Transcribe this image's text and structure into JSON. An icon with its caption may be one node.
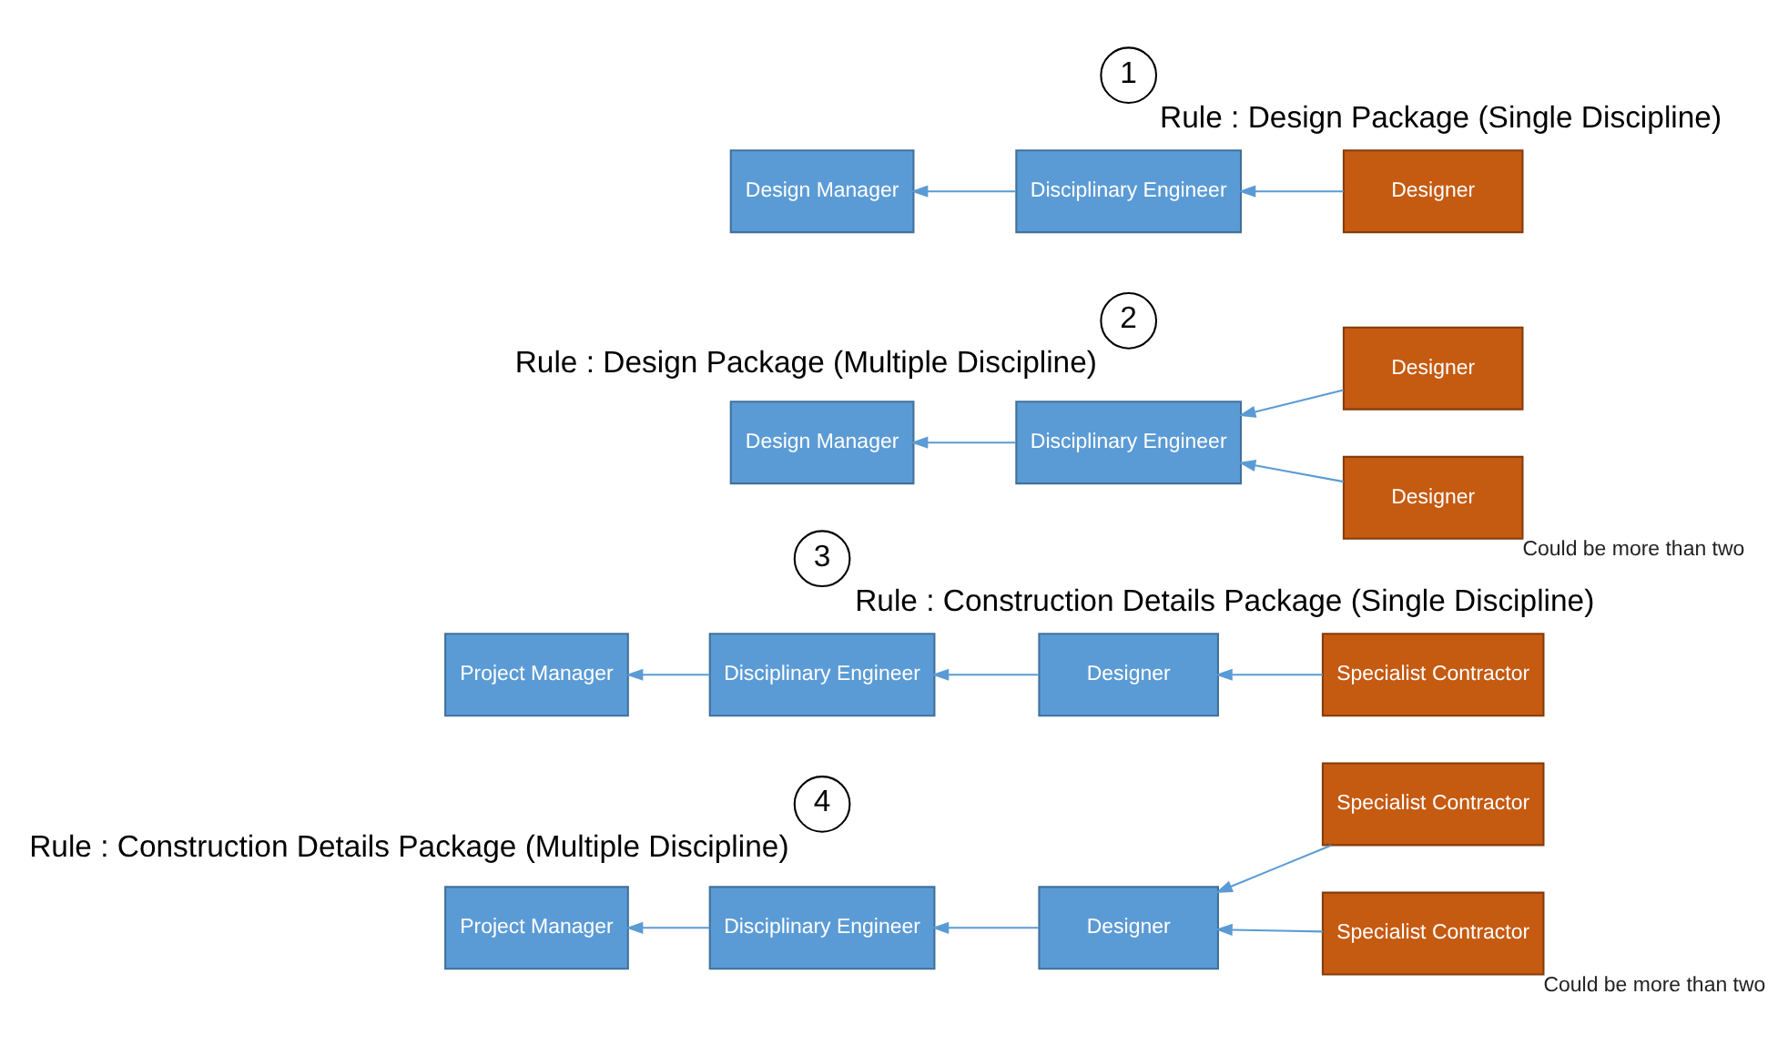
{
  "diagram": {
    "nodes": [
      {
        "text": [
          "1"
        ],
        "beside": [
          "Rule : Design Package (Single Discipline)"
        ]
      },
      {
        "text": [
          "Design Manager"
        ]
      },
      {
        "text": [
          "Disciplinary Engineer"
        ]
      },
      {
        "text": [
          "Designer"
        ]
      },
      {
        "text": [
          "2"
        ],
        "beside": [
          "Rule : Design Package (Multiple Discipline)"
        ]
      },
      {
        "text": [
          "Design Manager"
        ]
      },
      {
        "text": [
          "Disciplinary Engineer"
        ]
      },
      {
        "text": [
          "Designer"
        ]
      },
      {
        "text": [
          "Designer"
        ],
        "beside": [
          "Could be more than two"
        ]
      },
      {
        "text": [
          "3"
        ],
        "beside": [
          "Rule : Construction Details Package (Single Discipline)"
        ]
      },
      {
        "text": [
          "Project Manager"
        ]
      },
      {
        "text": [
          "Disciplinary Engineer"
        ]
      },
      {
        "text": [
          "Designer"
        ]
      },
      {
        "text": [
          "Specialist Contractor"
        ]
      },
      {
        "text": [
          "4"
        ],
        "beside": [
          "Rule : Construction Details Package (Multiple Discipline)"
        ]
      },
      {
        "text": [
          "Project Manager"
        ]
      },
      {
        "text": [
          "Disciplinary Engineer"
        ]
      },
      {
        "text": [
          "Designer"
        ]
      },
      {
        "text": [
          "Specialist Contractor"
        ]
      },
      {
        "text": [
          "Specialist Contractor"
        ],
        "beside": [
          "Could be more than two"
        ]
      }
    ],
    "edges": [
      {
        "from": 3,
        "to": 2,
        "arrow": "to"
      },
      {
        "from": 2,
        "to": 1,
        "arrow": "to"
      },
      {
        "from": 7,
        "to": 6,
        "arrow": "to"
      },
      {
        "from": 8,
        "to": 6,
        "arrow": "to"
      },
      {
        "from": 6,
        "to": 5,
        "arrow": "to"
      },
      {
        "from": 13,
        "to": 12,
        "arrow": "to"
      },
      {
        "from": 12,
        "to": 11,
        "arrow": "to"
      },
      {
        "from": 11,
        "to": 10,
        "arrow": "to"
      },
      {
        "from": 18,
        "to": 17,
        "arrow": "to"
      },
      {
        "from": 19,
        "to": 17,
        "arrow": "to"
      },
      {
        "from": 17,
        "to": 16,
        "arrow": "to"
      },
      {
        "from": 16,
        "to": 15,
        "arrow": "to"
      }
    ]
  }
}
